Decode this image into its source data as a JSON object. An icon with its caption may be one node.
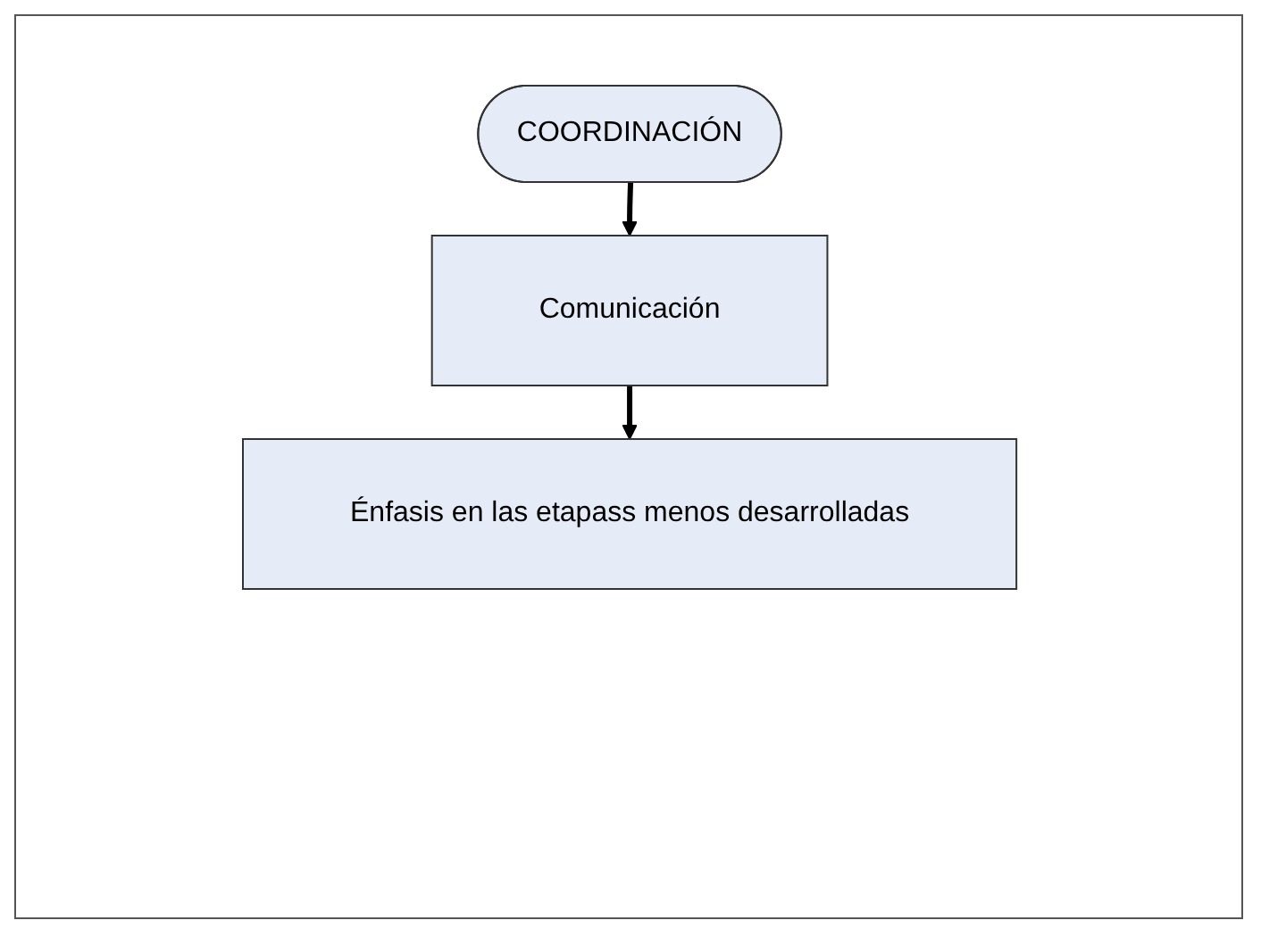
{
  "diagram": {
    "nodes": [
      {
        "text": [
          "COORDINACIÓN"
        ]
      },
      {
        "text": [
          "Comunicación"
        ]
      },
      {
        "text": [
          "Énfasis en las etapass menos desarrolladas"
        ]
      }
    ],
    "edges": [
      {
        "from": 0,
        "to": 1,
        "arrow": "to"
      },
      {
        "from": 1,
        "to": 2,
        "arrow": "to"
      }
    ]
  }
}
